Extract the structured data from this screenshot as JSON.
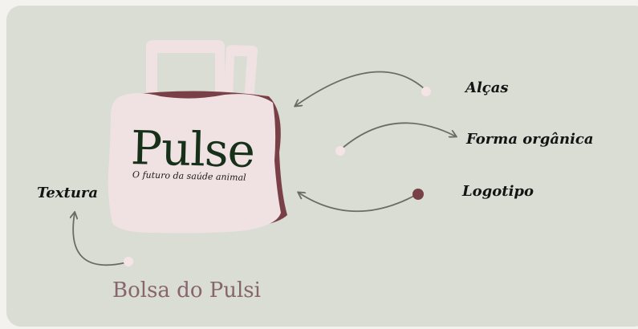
{
  "labels": {
    "handles": "Alças",
    "organic_shape": "Forma orgânica",
    "logo": "Logotipo",
    "texture": "Textura"
  },
  "brand": {
    "name": "Pulse",
    "tagline": "O futuro da saúde animal"
  },
  "caption": "Bolsa do Pulsi",
  "colors": {
    "background": "#d9ddd3",
    "bag": "#f0e1e2",
    "bag_edge": "#7a4048",
    "handles": "#f0e1e2",
    "arrows": "#6b6b68",
    "dot_light": "#f4e4e6",
    "dot_dark": "#7a4048",
    "brand_text": "#17301a",
    "caption_text": "#86656d"
  }
}
